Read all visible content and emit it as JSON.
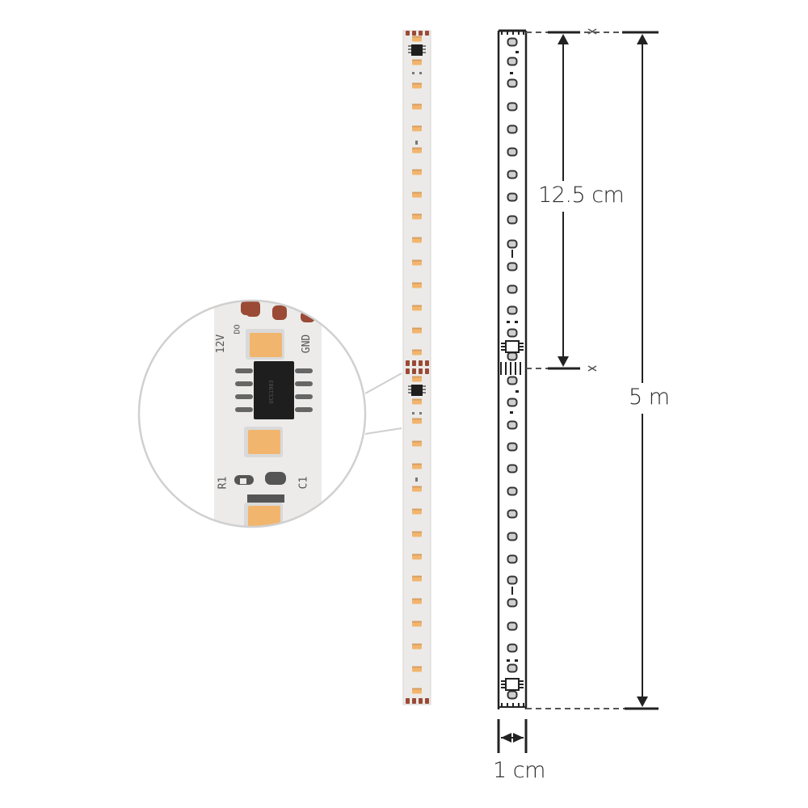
{
  "diagram": {
    "title": "LED strip dimensional drawing",
    "photo_strip": {
      "description": "Photo of white LED strip with amber SMD LEDs and IC chips",
      "pcb_color": "#eceae8",
      "led_color": "#f2b56e",
      "ic_color": "#1e1e1e",
      "pad_color": "#9a4a35"
    },
    "magnifier": {
      "description": "Zoomed circle detail of strip segment",
      "pcb_labels": {
        "top_left": "12V",
        "top_left_small": "DO",
        "top_right": "GND",
        "bottom_left": "R1",
        "bottom_right": "C1"
      }
    },
    "schematic_strip": {
      "description": "Line-drawing of strip with cut marks",
      "outline_color": "#222222"
    },
    "dimensions": {
      "segment_length": "12.5 cm",
      "total_length": "5 m",
      "strip_width": "1 cm"
    },
    "cut_marks": [
      "scissors-top",
      "scissors-middle"
    ]
  }
}
